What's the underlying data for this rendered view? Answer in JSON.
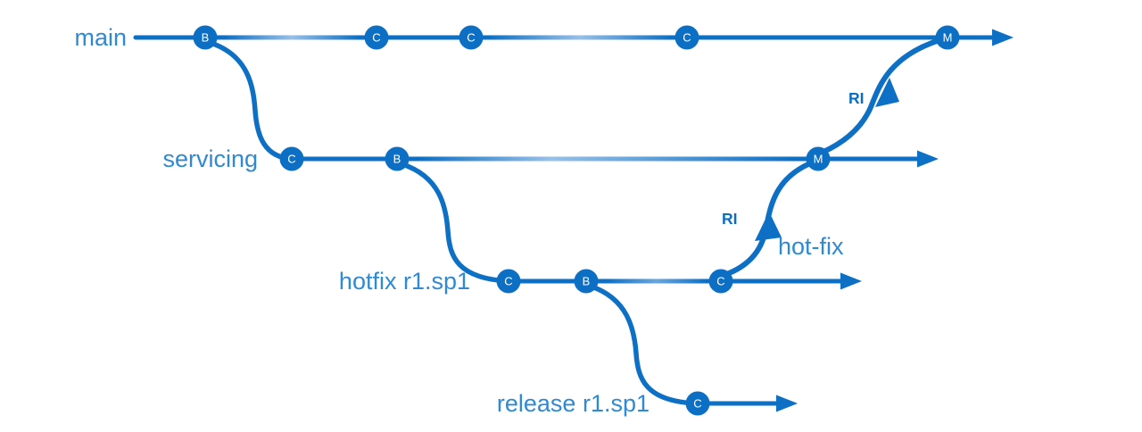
{
  "colors": {
    "line_color": "#0E70C4",
    "line_highlight": "#A6C9EC",
    "node_fill": "#0C6FC4",
    "node_letter": "#FFFFFF",
    "label_color": "#2F8AD3",
    "ri_color": "#0D6EC0",
    "background": "#FFFFFF"
  },
  "branches": [
    {
      "label": "main",
      "nodes": [
        "B",
        "C",
        "C",
        "C",
        "M"
      ]
    },
    {
      "label": "servicing",
      "nodes": [
        "C",
        "B",
        "M"
      ]
    },
    {
      "label": "hotfix r1.sp1",
      "nodes": [
        "C",
        "B",
        "C"
      ]
    },
    {
      "label": "release r1.sp1",
      "nodes": [
        "C"
      ]
    }
  ],
  "annotations": {
    "ri_to_main": "RI",
    "ri_to_servicing": "RI",
    "hotfix_flow": "hot-fix"
  },
  "relationships": {
    "branch_creations": [
      {
        "from": "main",
        "to": "servicing"
      },
      {
        "from": "servicing",
        "to": "hotfix r1.sp1"
      },
      {
        "from": "hotfix r1.sp1",
        "to": "release r1.sp1"
      }
    ],
    "reverse_integrations": [
      {
        "from": "hotfix r1.sp1",
        "to": "servicing",
        "label": "RI"
      },
      {
        "from": "servicing",
        "to": "main",
        "label": "RI"
      }
    ]
  }
}
